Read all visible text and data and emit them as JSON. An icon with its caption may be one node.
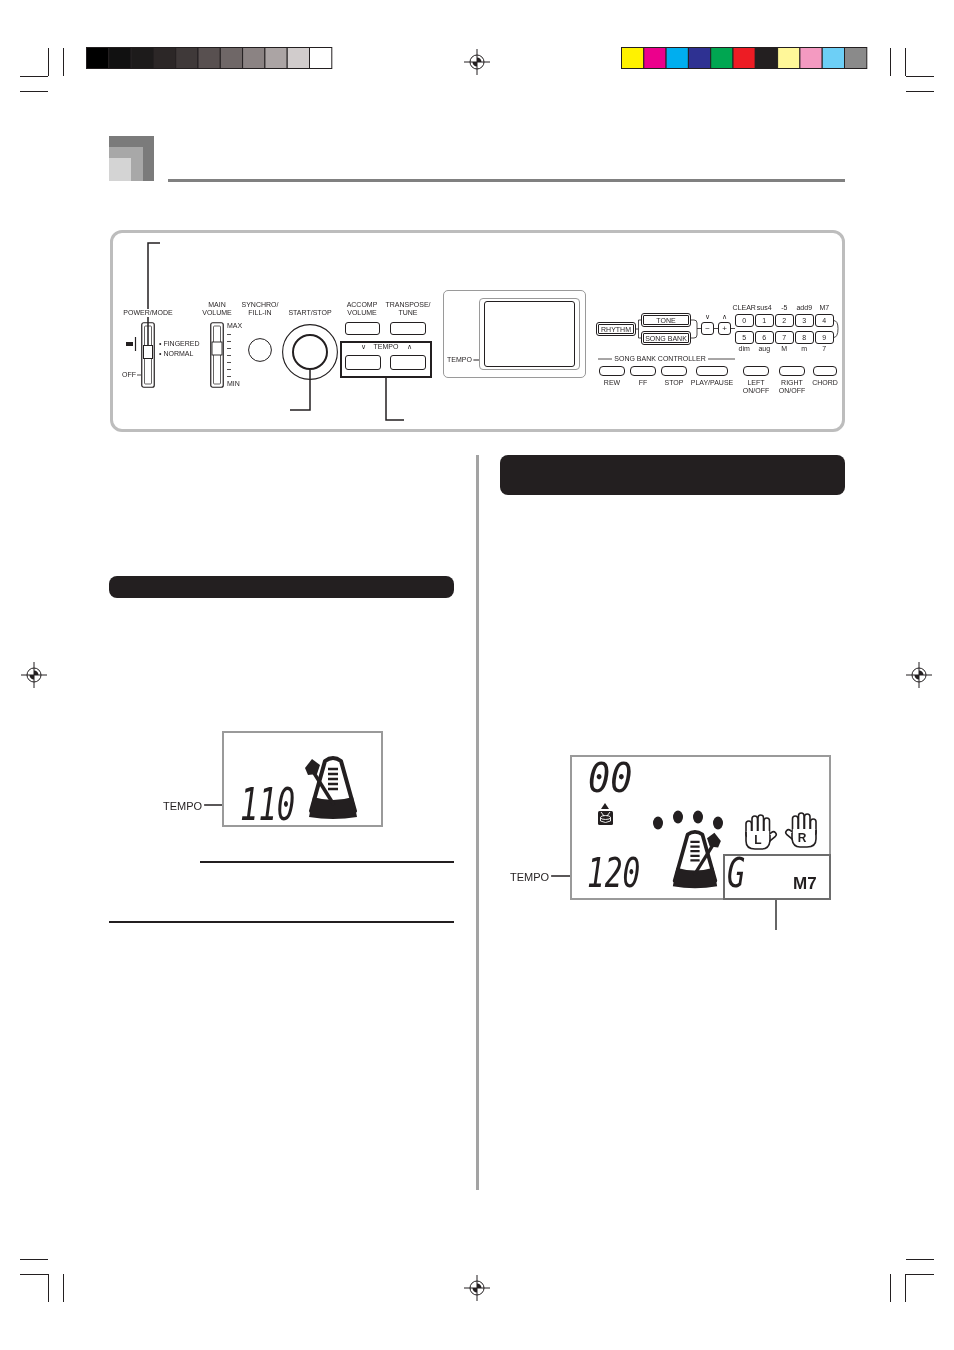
{
  "diagram": {
    "nodes": [
      {
        "text": [],
        "shape": "box"
      },
      {
        "text": [],
        "shape": "circle"
      },
      {
        "text": [
          "∨",
          "TEMPO",
          "∧"
        ]
      },
      {
        "text": [],
        "shape": "box"
      },
      {
        "text": [
          "TEMPO"
        ]
      },
      {
        "text": [],
        "shape": "bar"
      },
      {
        "text": [
          "110"
        ]
      },
      {
        "text": [
          "TEMPO"
        ]
      },
      {
        "text": [],
        "shape": "bar"
      },
      {
        "text": [
          "00",
          "L",
          "R",
          "120"
        ]
      },
      {
        "text": [
          "G",
          "M7"
        ],
        "in": 9
      },
      {
        "text": [
          "TEMPO"
        ]
      }
    ],
    "edges": [
      {
        "from": null,
        "to": 0,
        "arrow": "none"
      },
      {
        "from": null,
        "to": 1,
        "arrow": "none"
      },
      {
        "from": null,
        "to": 2,
        "arrow": "none"
      },
      {
        "from": 4,
        "to": 3,
        "arrow": "none"
      },
      {
        "from": 7,
        "to": 6,
        "arrow": "none"
      },
      {
        "from": 11,
        "to": 9,
        "arrow": "none"
      },
      {
        "from": null,
        "to": 10,
        "arrow": "none",
        "color": "#666666"
      }
    ],
    "labels": [
      "POWER/MODE",
      "MAIN VOLUME",
      "SYNCHRO/ FILL-IN",
      "START/STOP",
      "ACCOMP VOLUME",
      "TRANSPOSE/ TUNE",
      "MAX",
      "• FINGERED",
      "• NORMAL",
      "OFF",
      "MIN",
      "CLEAR",
      "sus4",
      "-5",
      "add9",
      "M7",
      "TONE",
      "∨",
      "∧",
      "0",
      "1",
      "2",
      "3",
      "4",
      "RHYTHM",
      "SONG BANK",
      "−",
      "+",
      "5",
      "6",
      "7",
      "8",
      "9",
      "dim",
      "aug",
      "M",
      "m",
      "7",
      "SONG BANK CONTROLLER",
      "REW",
      "FF",
      "STOP",
      "PLAY/PAUSE",
      "LEFT ON/OFF",
      "RIGHT ON/OFF",
      "CHORD"
    ]
  }
}
